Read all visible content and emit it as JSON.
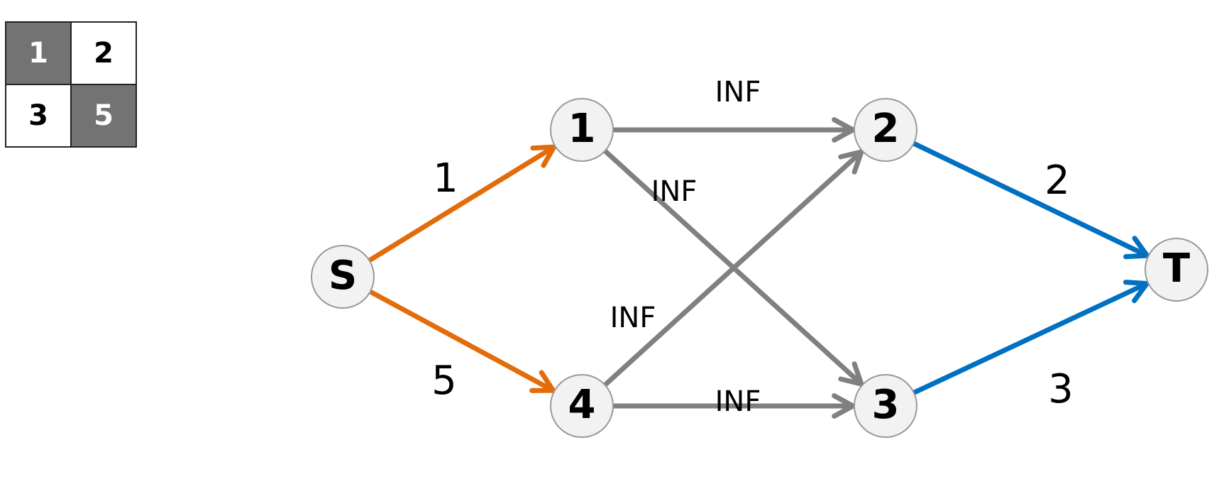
{
  "grid": {
    "cells": [
      [
        {
          "label": "1",
          "shaded": true
        },
        {
          "label": "2",
          "shaded": false
        }
      ],
      [
        {
          "label": "3",
          "shaded": false
        },
        {
          "label": "5",
          "shaded": true
        }
      ]
    ],
    "shade_color": "#737373"
  },
  "graph": {
    "nodes": [
      {
        "id": "S",
        "label": "S"
      },
      {
        "id": "1",
        "label": "1"
      },
      {
        "id": "4",
        "label": "4"
      },
      {
        "id": "2",
        "label": "2"
      },
      {
        "id": "3",
        "label": "3"
      },
      {
        "id": "T",
        "label": "T"
      }
    ],
    "edges": [
      {
        "from": "S",
        "to": "1",
        "label": "1",
        "color": "#E36C0A"
      },
      {
        "from": "S",
        "to": "4",
        "label": "5",
        "color": "#E36C0A"
      },
      {
        "from": "1",
        "to": "2",
        "label": "INF",
        "color": "#808080"
      },
      {
        "from": "1",
        "to": "3",
        "label": "INF",
        "color": "#808080"
      },
      {
        "from": "4",
        "to": "2",
        "label": "INF",
        "color": "#808080"
      },
      {
        "from": "4",
        "to": "3",
        "label": "INF",
        "color": "#808080"
      },
      {
        "from": "2",
        "to": "T",
        "label": "2",
        "color": "#0070C0"
      },
      {
        "from": "3",
        "to": "T",
        "label": "3",
        "color": "#0070C0"
      }
    ],
    "node_fill": "#F2F2F2",
    "node_stroke": "#999999"
  }
}
